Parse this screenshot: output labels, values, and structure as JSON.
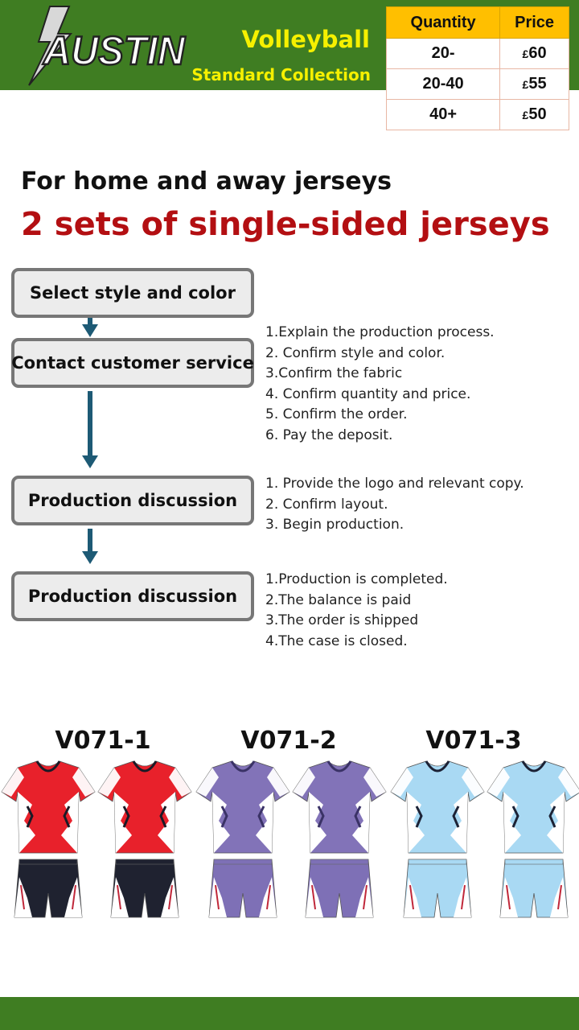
{
  "header": {
    "logo_text": "AUSTIN",
    "title": "Volleyball",
    "subtitle": "Standard Collection",
    "price_table": {
      "headers": [
        "Quantity",
        "Price"
      ],
      "currency": "£",
      "rows": [
        {
          "quantity": "20-",
          "price": "60"
        },
        {
          "quantity": "20-40",
          "price": "55"
        },
        {
          "quantity": "40+",
          "price": "50"
        }
      ]
    }
  },
  "intro": {
    "line1": "For home and away jerseys",
    "line2": "2 sets of single-sided jerseys"
  },
  "steps": [
    {
      "label": "Select style and color",
      "notes": []
    },
    {
      "label": "Contact customer service",
      "notes": [
        "1.Explain the production process.",
        "2. Confirm style and color.",
        "3.Confirm the fabric",
        "4. Confirm quantity and price.",
        "5. Confirm the order.",
        "6. Pay the deposit."
      ]
    },
    {
      "label": "Production discussion",
      "notes": [
        "1. Provide the logo and relevant copy.",
        "2. Confirm layout.",
        "3. Begin production."
      ]
    },
    {
      "label": "Production discussion",
      "notes": [
        "1.Production is completed.",
        "2.The balance is paid",
        "3.The order is shipped",
        "4.The case is closed."
      ]
    }
  ],
  "products": [
    {
      "code": "V071-1",
      "jersey_color": "#e8212b",
      "accent_color": "#1a1a26",
      "shorts_color": "#1f2230"
    },
    {
      "code": "V071-2",
      "jersey_color": "#8273b8",
      "accent_color": "#3a3266",
      "shorts_color": "#7e70b6"
    },
    {
      "code": "V071-3",
      "jersey_color": "#a9d9f3",
      "accent_color": "#1c2235",
      "shorts_color": "#a9d9f3"
    }
  ],
  "colors": {
    "brand_green": "#3f7d22",
    "title_yellow": "#f6f000",
    "table_header": "#ffbf00",
    "headline_red": "#b30f12",
    "arrow_blue": "#1d5a75"
  }
}
